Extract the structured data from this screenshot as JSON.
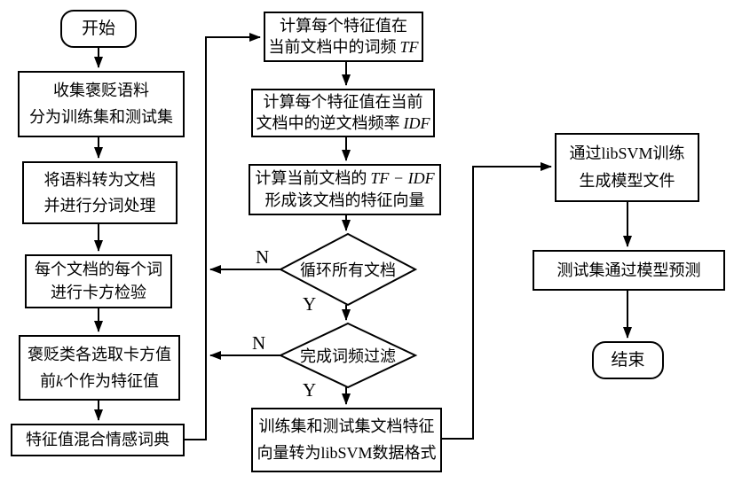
{
  "diagram_title": "libSVM sentiment classification flowchart",
  "colors": {
    "background": "#ffffff",
    "stroke": "#000000",
    "text": "#000000"
  },
  "nodes": {
    "start": {
      "label": "开始"
    },
    "collect": {
      "line1": "收集褒贬语料",
      "line2": "分为训练集和测试集"
    },
    "convert": {
      "line1": "将语料转为文档",
      "line2": "并进行分词处理"
    },
    "chisq": {
      "line1": "每个文档的每个词",
      "line2": "进行卡方检验"
    },
    "topk": {
      "line1": "褒贬类各选取卡方值",
      "line2_pre": "前",
      "line2_em": "k",
      "line2_post": "个作为特征值"
    },
    "dict": {
      "line1": "特征值混合情感词典"
    },
    "tf": {
      "line1": "计算每个特征值在",
      "line2_pre": "当前文档中的词频",
      "line2_em": "TF"
    },
    "idf": {
      "line1": "计算每个特征值在当前",
      "line2_pre": "文档中的逆文档频率",
      "line2_em": "IDF"
    },
    "tfidf": {
      "line1_pre": "计算当前文档的",
      "line1_em": "TF − IDF",
      "line2": "形成该文档的特征向量"
    },
    "loop_docs": {
      "label": "循环所有文档"
    },
    "freq_filter": {
      "label": "完成词频过滤"
    },
    "libsvm_format": {
      "line1": "训练集和测试集文档特征",
      "line2": "向量转为libSVM数据格式"
    },
    "svm_train": {
      "line1": "通过libSVM训练",
      "line2": "生成模型文件"
    },
    "predict": {
      "line1": "测试集通过模型预测"
    },
    "end": {
      "label": "结束"
    }
  },
  "branch_labels": {
    "loop_docs_no": "N",
    "loop_docs_yes": "Y",
    "freq_filter_no": "N",
    "freq_filter_yes": "Y"
  }
}
